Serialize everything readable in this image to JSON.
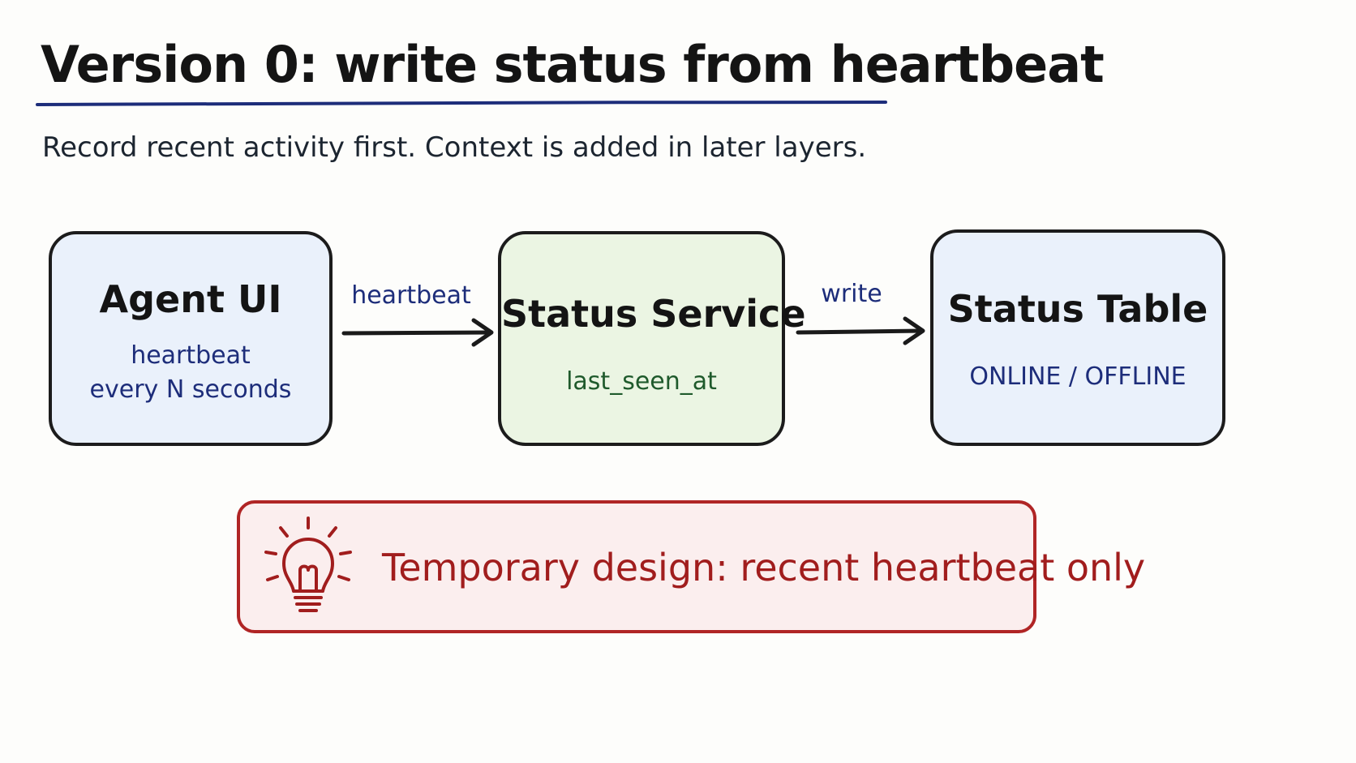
{
  "title": "Version 0: write status from heartbeat",
  "subtitle": "Record recent activity first. Context is added in later layers.",
  "nodes": {
    "agent_ui": {
      "title": "Agent UI",
      "detail_line1": "heartbeat",
      "detail_line2": "every N seconds"
    },
    "status_service": {
      "title": "Status Service",
      "detail": "last_seen_at"
    },
    "status_table": {
      "title": "Status Table",
      "detail": "ONLINE / OFFLINE"
    }
  },
  "edges": {
    "agent_to_service": "heartbeat",
    "service_to_table": "write"
  },
  "callout": {
    "icon": "lightbulb-icon",
    "text": "Temporary design: recent heartbeat only"
  },
  "colors": {
    "title_underline": "#1d2d7a",
    "blue_fill": "#eaf1fb",
    "green_fill": "#ebf5e3",
    "callout_border": "#b02525",
    "callout_fill": "#fbeeee",
    "blue_text": "#1d2d7a",
    "green_text": "#1f5a2c",
    "red_text": "#a11d1d"
  }
}
